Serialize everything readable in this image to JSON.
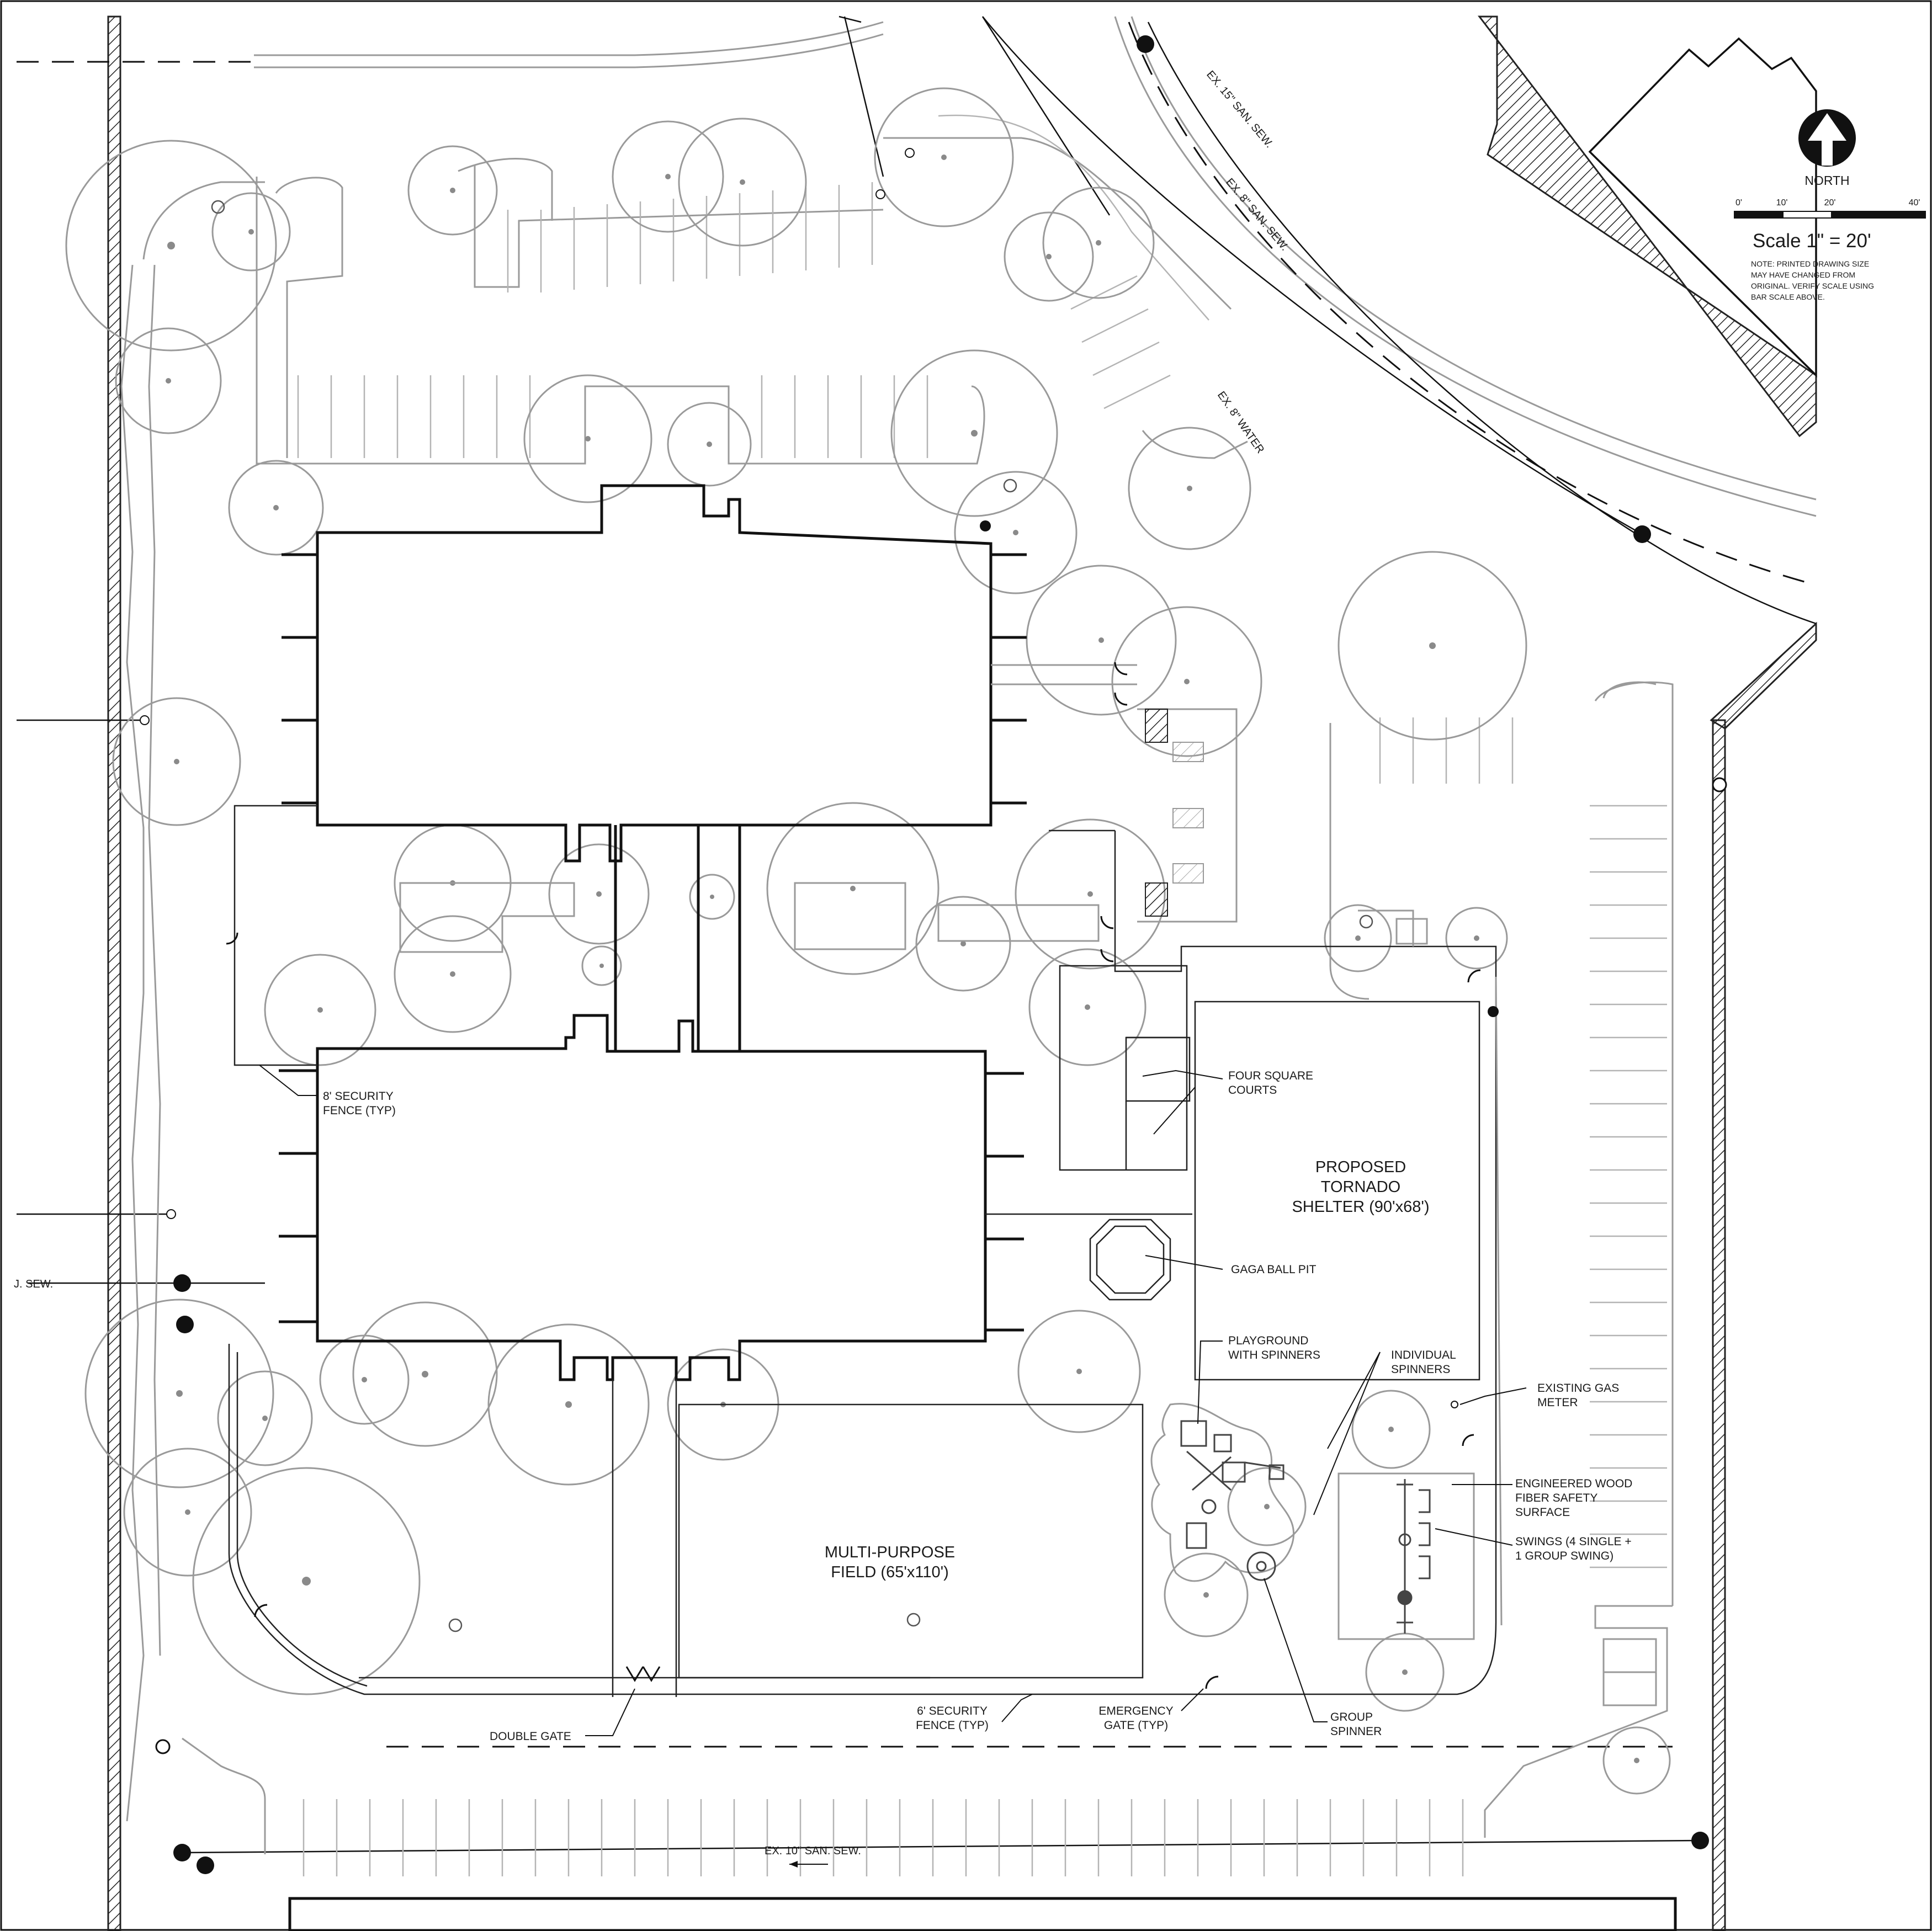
{
  "title_block": {
    "north_label": "NORTH",
    "scale_ticks": [
      "0'",
      "10'",
      "20'",
      "40'"
    ],
    "scale_text": "Scale 1\" = 20'",
    "note_lines": [
      "NOTE:  PRINTED DRAWING SIZE",
      "MAY  HAVE  CHANGED  FROM",
      "ORIGINAL.  VERIFY SCALE USING",
      "BAR SCALE ABOVE."
    ]
  },
  "utilities": {
    "san_sew_15": "EX. 15\" SAN. SEW.",
    "san_sew_8": "EX. 8\" SAN. SEW.",
    "water_8": "EX. 8\" WATER",
    "san_sew_left": "J. SEW.",
    "san_sew_10": "EX. 10\" SAN. SEW."
  },
  "labels": {
    "security_fence_8": [
      "8' SECURITY",
      "FENCE (TYP)"
    ],
    "four_square": [
      "FOUR SQUARE",
      "COURTS"
    ],
    "tornado_shelter": [
      "PROPOSED",
      "TORNADO",
      "SHELTER (90'x68')"
    ],
    "gaga_pit": "GAGA BALL PIT",
    "playground": [
      "PLAYGROUND",
      "WITH SPINNERS"
    ],
    "individual_spinners": [
      "INDIVIDUAL",
      "SPINNERS"
    ],
    "gas_meter": [
      "EXISTING GAS",
      "METER"
    ],
    "wood_fiber": [
      "ENGINEERED WOOD",
      "FIBER SAFETY",
      "SURFACE"
    ],
    "swings": [
      "SWINGS (4 SINGLE +",
      "1 GROUP SWING)"
    ],
    "multi_purpose": [
      "MULTI-PURPOSE",
      "FIELD (65'x110')"
    ],
    "double_gate": "DOUBLE GATE",
    "security_fence_6": [
      "6' SECURITY",
      "FENCE (TYP)"
    ],
    "emergency_gate": [
      "EMERGENCY",
      "GATE (TYP)"
    ],
    "group_spinner": [
      "GROUP",
      "SPINNER"
    ]
  }
}
